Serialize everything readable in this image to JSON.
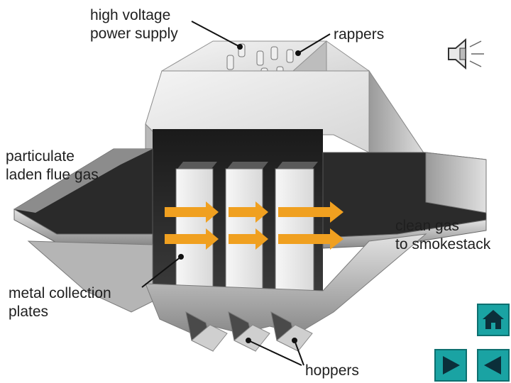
{
  "labels": {
    "power_supply": [
      "high voltage",
      "power supply"
    ],
    "rappers": "rappers",
    "flue_gas": [
      "particulate",
      "laden flue gas"
    ],
    "clean_gas": [
      "clean gas",
      "to smokestack"
    ],
    "plates": [
      "metal collection",
      "plates"
    ],
    "hoppers": "hoppers"
  },
  "colors": {
    "arrow": "#f0a020",
    "nav_button": "#1aa3a3",
    "nav_icon": "#0b2f3a"
  },
  "icons": [
    "speaker-icon",
    "home-icon",
    "next-icon",
    "previous-icon"
  ]
}
